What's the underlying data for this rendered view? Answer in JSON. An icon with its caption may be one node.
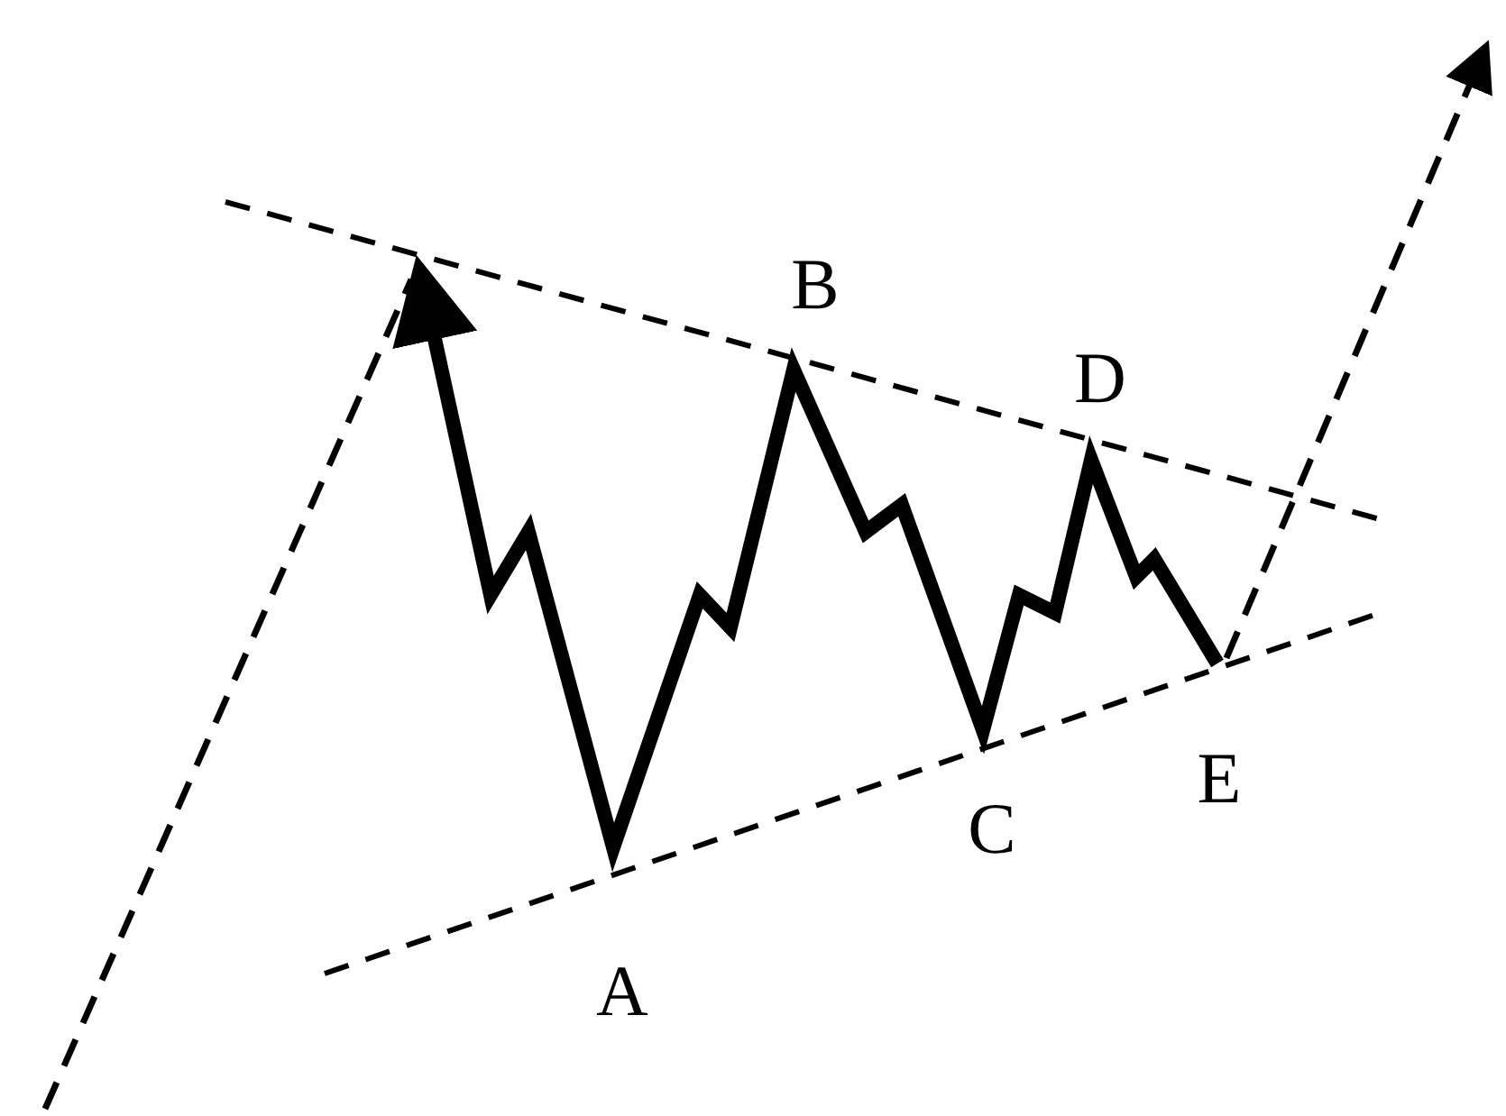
{
  "diagram": {
    "labels": [
      "B",
      "D",
      "E",
      "C",
      "A"
    ]
  }
}
